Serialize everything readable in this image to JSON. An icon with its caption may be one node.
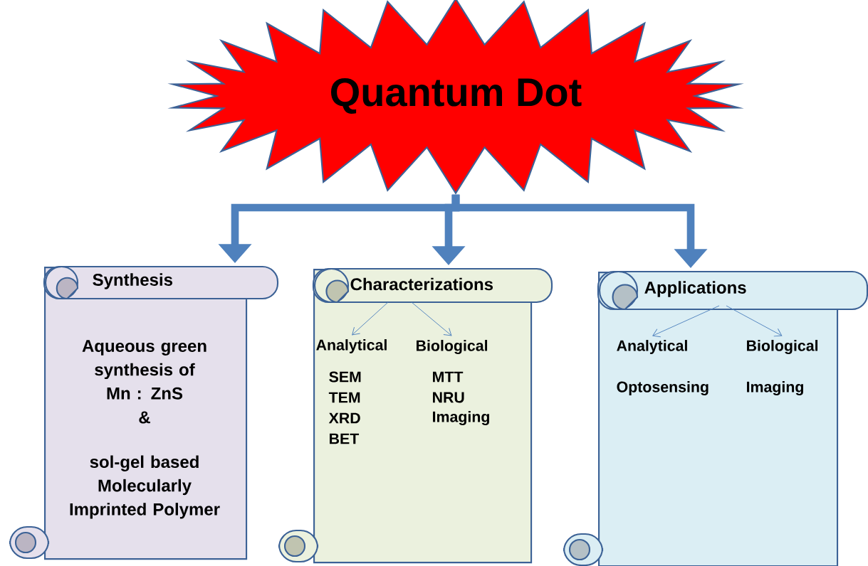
{
  "diagram": {
    "nodes": [
      {
        "text": [
          "Quantum Dot"
        ]
      },
      {
        "text": [
          "Synthesis",
          "Aqueous green synthesis of Mn : ZnS",
          "&",
          "sol-gel based Molecularly Imprinted Polymer"
        ]
      },
      {
        "text": [
          "Characterizations"
        ]
      },
      {
        "text": [
          "Analytical",
          "SEM",
          "TEM",
          "XRD",
          "BET"
        ],
        "in": 2
      },
      {
        "text": [
          "Biological",
          "MTT",
          "NRU",
          "Imaging"
        ],
        "in": 2
      },
      {
        "text": [
          "Applications"
        ]
      },
      {
        "text": [
          "Analytical",
          "Optosensing"
        ],
        "in": 5
      },
      {
        "text": [
          "Biological",
          "Imaging"
        ],
        "in": 5
      }
    ],
    "edges": [
      {
        "from": 0,
        "to": 1,
        "arrow": "to",
        "style": "thick"
      },
      {
        "from": 0,
        "to": 2,
        "arrow": "to",
        "style": "thick"
      },
      {
        "from": 0,
        "to": 5,
        "arrow": "to",
        "style": "thick"
      },
      {
        "from": 2,
        "to": 3,
        "arrow": "to"
      },
      {
        "from": 2,
        "to": 4,
        "arrow": "to"
      },
      {
        "from": 5,
        "to": 6,
        "arrow": "to"
      },
      {
        "from": 5,
        "to": 7,
        "arrow": "to"
      }
    ]
  }
}
